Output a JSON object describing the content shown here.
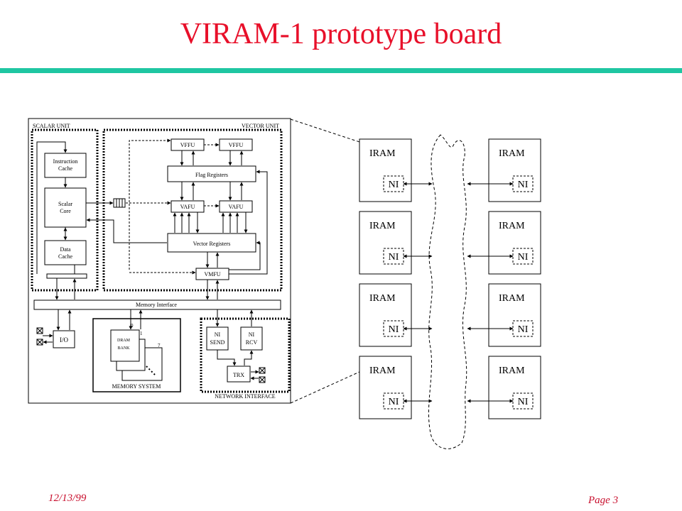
{
  "slide": {
    "title": "VIRAM-1 prototype board",
    "date": "12/13/99",
    "page": "Page 3"
  },
  "chip": {
    "scalar_unit": "SCALAR UNIT",
    "vector_unit": "VECTOR UNIT",
    "instruction_cache": [
      "Instruction",
      "Cache"
    ],
    "scalar_core": [
      "Scalar",
      "Core"
    ],
    "data_cache": [
      "Data",
      "Cache"
    ],
    "vffu": "VFFU",
    "flag_registers": "Flag Registers",
    "vafu": "VAFU",
    "vector_registers": "Vector Registers",
    "vmfu": "VMFU",
    "memory_interface": "Memory Interface",
    "io": "I/O",
    "dram_bank": [
      "DRAM",
      "BANK"
    ],
    "bank_index_first": "0",
    "bank_index_second": "1",
    "bank_index_last": "7",
    "memory_system": "MEMORY SYSTEM",
    "ni_send": [
      "NI",
      "SEND"
    ],
    "ni_rcv": [
      "NI",
      "RCV"
    ],
    "trx": "TRX",
    "network_interface": "NETWORK  INTERFACE"
  },
  "board": {
    "node_label": "IRAM",
    "ni_label": "NI",
    "rows": 4,
    "columns": 2
  }
}
